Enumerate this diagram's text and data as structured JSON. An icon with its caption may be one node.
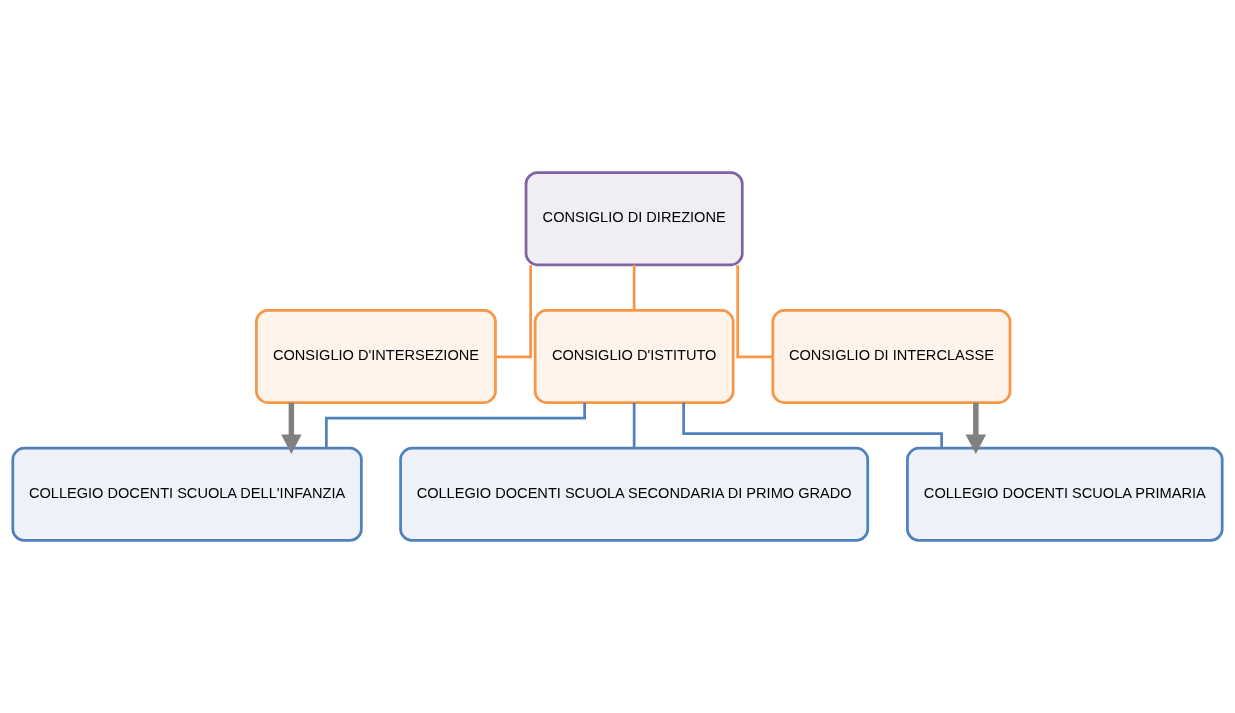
{
  "diagram": {
    "nodes": [
      {
        "text": [
          "CONSIGLIO DI DIREZIONE"
        ]
      },
      {
        "text": [
          "CONSIGLIO D'INTERSEZIONE"
        ]
      },
      {
        "text": [
          "CONSIGLIO D'ISTITUTO"
        ]
      },
      {
        "text": [
          "CONSIGLIO DI INTERCLASSE"
        ]
      },
      {
        "text": [
          "COLLEGIO DOCENTI SCUOLA DELL'INFANZIA"
        ]
      },
      {
        "text": [
          "COLLEGIO DOCENTI SCUOLA SECONDARIA DI PRIMO GRADO"
        ]
      },
      {
        "text": [
          "COLLEGIO DOCENTI SCUOLA PRIMARIA"
        ]
      }
    ],
    "edges": [
      {
        "from": 0,
        "to": 1,
        "arrow": "none",
        "color": "#f79646"
      },
      {
        "from": 0,
        "to": 2,
        "arrow": "none",
        "color": "#f79646"
      },
      {
        "from": 0,
        "to": 3,
        "arrow": "none",
        "color": "#f79646"
      },
      {
        "from": 2,
        "to": 4,
        "arrow": "none",
        "color": "#4f81bd"
      },
      {
        "from": 2,
        "to": 5,
        "arrow": "none",
        "color": "#4f81bd"
      },
      {
        "from": 2,
        "to": 6,
        "arrow": "none",
        "color": "#4f81bd"
      },
      {
        "from": 1,
        "to": 4,
        "arrow": "to",
        "style": "thick",
        "color": "#808080"
      },
      {
        "from": 3,
        "to": 6,
        "arrow": "to",
        "style": "thick",
        "color": "#808080"
      }
    ]
  }
}
